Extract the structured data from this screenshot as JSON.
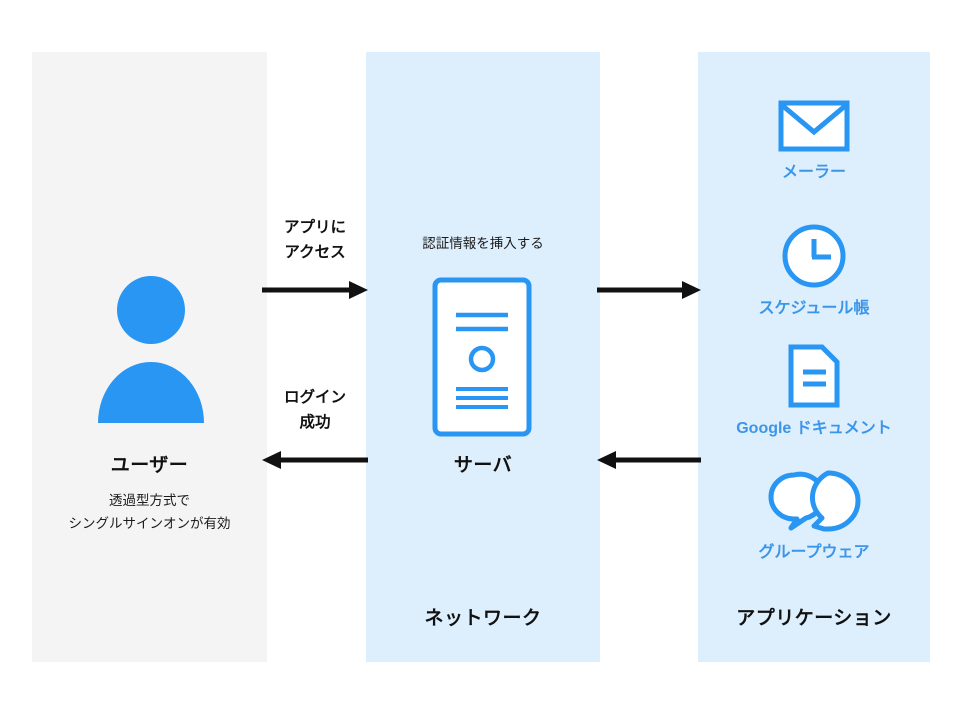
{
  "diagram": {
    "panels": {
      "user": {
        "name": "user-panel",
        "color": "#f4f4f4"
      },
      "network": {
        "label": "ネットワーク",
        "color": "#ddeefc"
      },
      "application": {
        "label": "アプリケーション",
        "color": "#ddeefc"
      }
    },
    "user": {
      "icon": "user-avatar-icon",
      "title": "ユーザー",
      "subtitle_line1": "透過型方式で",
      "subtitle_line2": "シングルサインオンが有効"
    },
    "server": {
      "icon": "server-tower-icon",
      "title": "サーバ",
      "caption": "認証情報を挿入する"
    },
    "arrows": {
      "access": {
        "label": "アプリに\nアクセス",
        "direction": "right",
        "name": "arrow-user-to-server"
      },
      "login": {
        "label": "ログイン\n成功",
        "direction": "left",
        "name": "arrow-server-to-user"
      },
      "to_app": {
        "label": "",
        "direction": "right",
        "name": "arrow-server-to-app"
      },
      "from_app": {
        "label": "",
        "direction": "left",
        "name": "arrow-app-to-server"
      }
    },
    "applications": [
      {
        "icon": "envelope-icon",
        "label": "メーラー"
      },
      {
        "icon": "clock-icon",
        "label": "スケジュール帳"
      },
      {
        "icon": "document-icon",
        "label": "Google ドキュメント"
      },
      {
        "icon": "speech-bubbles-icon",
        "label": "グループウェア"
      }
    ],
    "colors": {
      "accent_blue": "#2896f2",
      "label_blue": "#3b96ea",
      "panel_gray": "#f4f4f4",
      "panel_blue": "#ddeefc",
      "arrow_black": "#111111"
    }
  }
}
